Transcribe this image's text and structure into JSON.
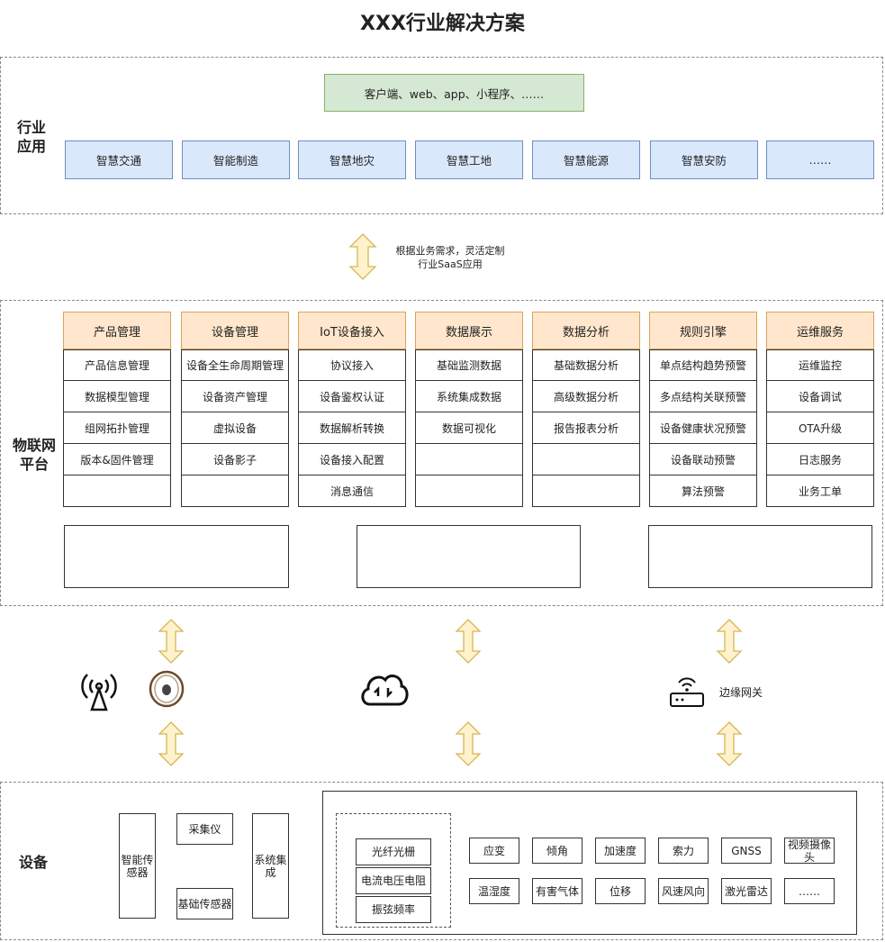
{
  "title": "XXX行业解决方案",
  "industry": {
    "label": "行业\n应用",
    "client": "客户端、web、app、小程序、……",
    "apps": [
      "智慧交通",
      "智能制造",
      "智慧地灾",
      "智慧工地",
      "智慧能源",
      "智慧安防",
      "……"
    ]
  },
  "note": "根据业务需求，灵活定制\n行业SaaS应用",
  "platform": {
    "label": "物联网\n平台",
    "columns": [
      {
        "header": "产品管理",
        "items": [
          "产品信息管理",
          "数据模型管理",
          "组网拓扑管理",
          "版本&固件管理",
          ""
        ]
      },
      {
        "header": "设备管理",
        "items": [
          "设备全生命周期管理",
          "设备资产管理",
          "虚拟设备",
          "设备影子",
          ""
        ]
      },
      {
        "header": "IoT设备接入",
        "items": [
          "协议接入",
          "设备鉴权认证",
          "数据解析转换",
          "设备接入配置",
          "消息通信"
        ]
      },
      {
        "header": "数据展示",
        "items": [
          "基础监测数据",
          "系统集成数据",
          "数据可视化",
          "",
          ""
        ]
      },
      {
        "header": "数据分析",
        "items": [
          "基础数据分析",
          "高级数据分析",
          "报告报表分析",
          "",
          ""
        ]
      },
      {
        "header": "规则引擎",
        "items": [
          "单点结构趋势预警",
          "多点结构关联预警",
          "设备健康状况预警",
          "设备联动预警",
          "算法预警"
        ]
      },
      {
        "header": "运维服务",
        "items": [
          "运维监控",
          "设备调试",
          "OTA升级",
          "日志服务",
          "业务工单"
        ]
      }
    ]
  },
  "gateway": {
    "label": "边缘网关"
  },
  "devices": {
    "label": "设备",
    "left": {
      "sensor": "智能传感器",
      "collector": "采集仪",
      "basic": "基础传感器",
      "system": "系统集成"
    },
    "left_group": [
      "光纤光栅",
      "电流电压电阻",
      "振弦频率"
    ],
    "right_row1": [
      "应变",
      "倾角",
      "加速度",
      "索力",
      "GNSS",
      "视频摄像头"
    ],
    "right_row2": [
      "温湿度",
      "有害气体",
      "位移",
      "风速风向",
      "激光雷达",
      "……"
    ]
  },
  "colors": {
    "blue_fill": "#dae8fc",
    "green_fill": "#d5e8d4",
    "orange_fill": "#ffe6cc",
    "arrow_fill": "#fff2cc",
    "arrow_stroke": "#d6b656"
  }
}
